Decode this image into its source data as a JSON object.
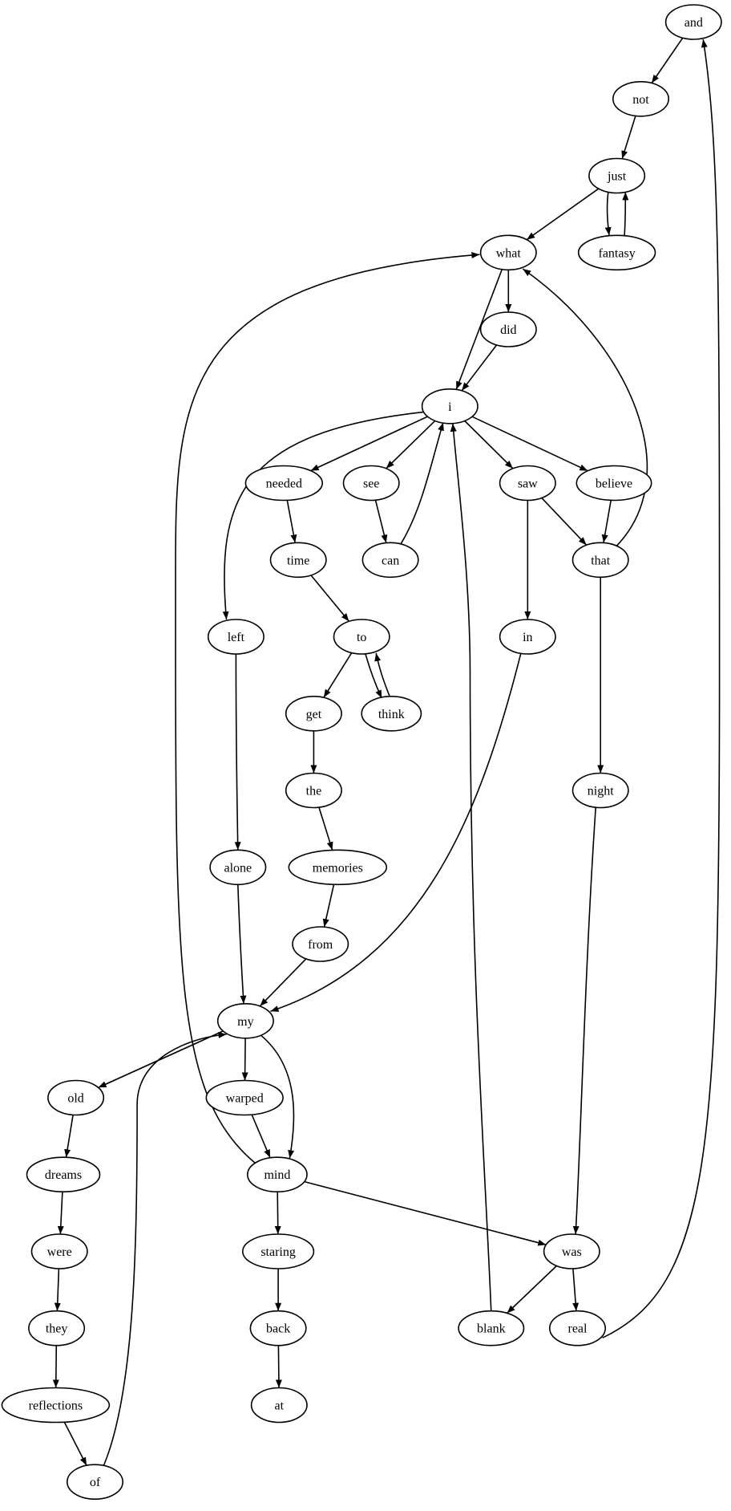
{
  "graph": {
    "nodes": [
      {
        "id": "and",
        "label": "and"
      },
      {
        "id": "not",
        "label": "not"
      },
      {
        "id": "just",
        "label": "just"
      },
      {
        "id": "what",
        "label": "what"
      },
      {
        "id": "fantasy",
        "label": "fantasy"
      },
      {
        "id": "did",
        "label": "did"
      },
      {
        "id": "i",
        "label": "i"
      },
      {
        "id": "needed",
        "label": "needed"
      },
      {
        "id": "see",
        "label": "see"
      },
      {
        "id": "saw",
        "label": "saw"
      },
      {
        "id": "believe",
        "label": "believe"
      },
      {
        "id": "time",
        "label": "time"
      },
      {
        "id": "can",
        "label": "can"
      },
      {
        "id": "that",
        "label": "that"
      },
      {
        "id": "left",
        "label": "left"
      },
      {
        "id": "to",
        "label": "to"
      },
      {
        "id": "in",
        "label": "in"
      },
      {
        "id": "get",
        "label": "get"
      },
      {
        "id": "think",
        "label": "think"
      },
      {
        "id": "the",
        "label": "the"
      },
      {
        "id": "night",
        "label": "night"
      },
      {
        "id": "alone",
        "label": "alone"
      },
      {
        "id": "memories",
        "label": "memories"
      },
      {
        "id": "from",
        "label": "from"
      },
      {
        "id": "my",
        "label": "my"
      },
      {
        "id": "old",
        "label": "old"
      },
      {
        "id": "warped",
        "label": "warped"
      },
      {
        "id": "dreams",
        "label": "dreams"
      },
      {
        "id": "mind",
        "label": "mind"
      },
      {
        "id": "were",
        "label": "were"
      },
      {
        "id": "staring",
        "label": "staring"
      },
      {
        "id": "was",
        "label": "was"
      },
      {
        "id": "they",
        "label": "they"
      },
      {
        "id": "back",
        "label": "back"
      },
      {
        "id": "blank",
        "label": "blank"
      },
      {
        "id": "real",
        "label": "real"
      },
      {
        "id": "reflections",
        "label": "reflections"
      },
      {
        "id": "at",
        "label": "at"
      },
      {
        "id": "of",
        "label": "of"
      }
    ],
    "edges": [
      {
        "from": "and",
        "to": "not"
      },
      {
        "from": "not",
        "to": "just"
      },
      {
        "from": "just",
        "to": "what"
      },
      {
        "from": "just",
        "to": "fantasy"
      },
      {
        "from": "fantasy",
        "to": "just"
      },
      {
        "from": "what",
        "to": "did"
      },
      {
        "from": "what",
        "to": "i"
      },
      {
        "from": "did",
        "to": "i"
      },
      {
        "from": "i",
        "to": "left"
      },
      {
        "from": "i",
        "to": "needed"
      },
      {
        "from": "i",
        "to": "see"
      },
      {
        "from": "i",
        "to": "saw"
      },
      {
        "from": "i",
        "to": "believe"
      },
      {
        "from": "see",
        "to": "can"
      },
      {
        "from": "can",
        "to": "i"
      },
      {
        "from": "needed",
        "to": "time"
      },
      {
        "from": "time",
        "to": "to"
      },
      {
        "from": "to",
        "to": "get"
      },
      {
        "from": "to",
        "to": "think"
      },
      {
        "from": "think",
        "to": "to"
      },
      {
        "from": "get",
        "to": "the"
      },
      {
        "from": "the",
        "to": "memories"
      },
      {
        "from": "memories",
        "to": "from"
      },
      {
        "from": "from",
        "to": "my"
      },
      {
        "from": "saw",
        "to": "that"
      },
      {
        "from": "saw",
        "to": "in"
      },
      {
        "from": "believe",
        "to": "that"
      },
      {
        "from": "that",
        "to": "what"
      },
      {
        "from": "that",
        "to": "night"
      },
      {
        "from": "in",
        "to": "my"
      },
      {
        "from": "left",
        "to": "alone"
      },
      {
        "from": "alone",
        "to": "my"
      },
      {
        "from": "night",
        "to": "was"
      },
      {
        "from": "my",
        "to": "old"
      },
      {
        "from": "my",
        "to": "warped"
      },
      {
        "from": "my",
        "to": "mind"
      },
      {
        "from": "warped",
        "to": "mind"
      },
      {
        "from": "old",
        "to": "dreams"
      },
      {
        "from": "dreams",
        "to": "were"
      },
      {
        "from": "were",
        "to": "they"
      },
      {
        "from": "they",
        "to": "reflections"
      },
      {
        "from": "reflections",
        "to": "of"
      },
      {
        "from": "of",
        "to": "my"
      },
      {
        "from": "mind",
        "to": "what"
      },
      {
        "from": "mind",
        "to": "staring"
      },
      {
        "from": "mind",
        "to": "was"
      },
      {
        "from": "staring",
        "to": "back"
      },
      {
        "from": "back",
        "to": "at"
      },
      {
        "from": "was",
        "to": "blank"
      },
      {
        "from": "was",
        "to": "real"
      },
      {
        "from": "blank",
        "to": "i"
      },
      {
        "from": "real",
        "to": "and"
      }
    ]
  }
}
